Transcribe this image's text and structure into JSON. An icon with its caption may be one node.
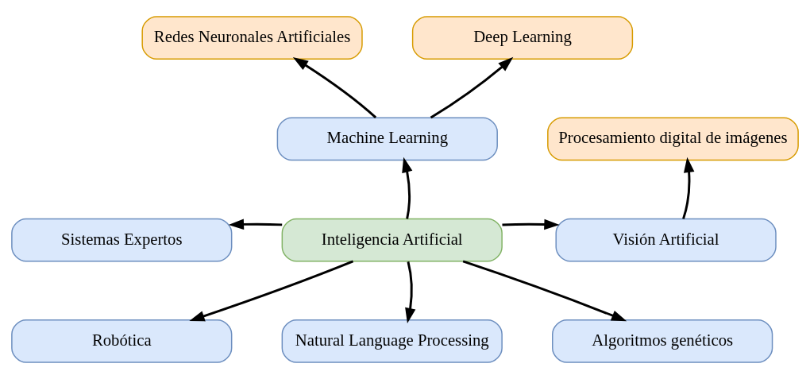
{
  "diagram": {
    "nodes": [
      {
        "text": [
          "Inteligencia Artificial"
        ]
      },
      {
        "text": [
          "Machine Learning"
        ]
      },
      {
        "text": [
          "Redes Neuronales Artificiales"
        ]
      },
      {
        "text": [
          "Deep Learning"
        ]
      },
      {
        "text": [
          "Procesamiento digital de imágenes"
        ]
      },
      {
        "text": [
          "Sistemas Expertos"
        ]
      },
      {
        "text": [
          "Visión Artificial"
        ]
      },
      {
        "text": [
          "Robótica"
        ]
      },
      {
        "text": [
          "Natural Language Processing"
        ]
      },
      {
        "text": [
          "Algoritmos genéticos"
        ]
      }
    ],
    "edges": [
      {
        "from": 0,
        "to": 1,
        "arrow": "to"
      },
      {
        "from": 1,
        "to": 2,
        "arrow": "to"
      },
      {
        "from": 1,
        "to": 3,
        "arrow": "to"
      },
      {
        "from": 0,
        "to": 5,
        "arrow": "to"
      },
      {
        "from": 0,
        "to": 6,
        "arrow": "to"
      },
      {
        "from": 6,
        "to": 4,
        "arrow": "to"
      },
      {
        "from": 0,
        "to": 7,
        "arrow": "to"
      },
      {
        "from": 0,
        "to": 8,
        "arrow": "to"
      },
      {
        "from": 0,
        "to": 9,
        "arrow": "to"
      }
    ]
  }
}
